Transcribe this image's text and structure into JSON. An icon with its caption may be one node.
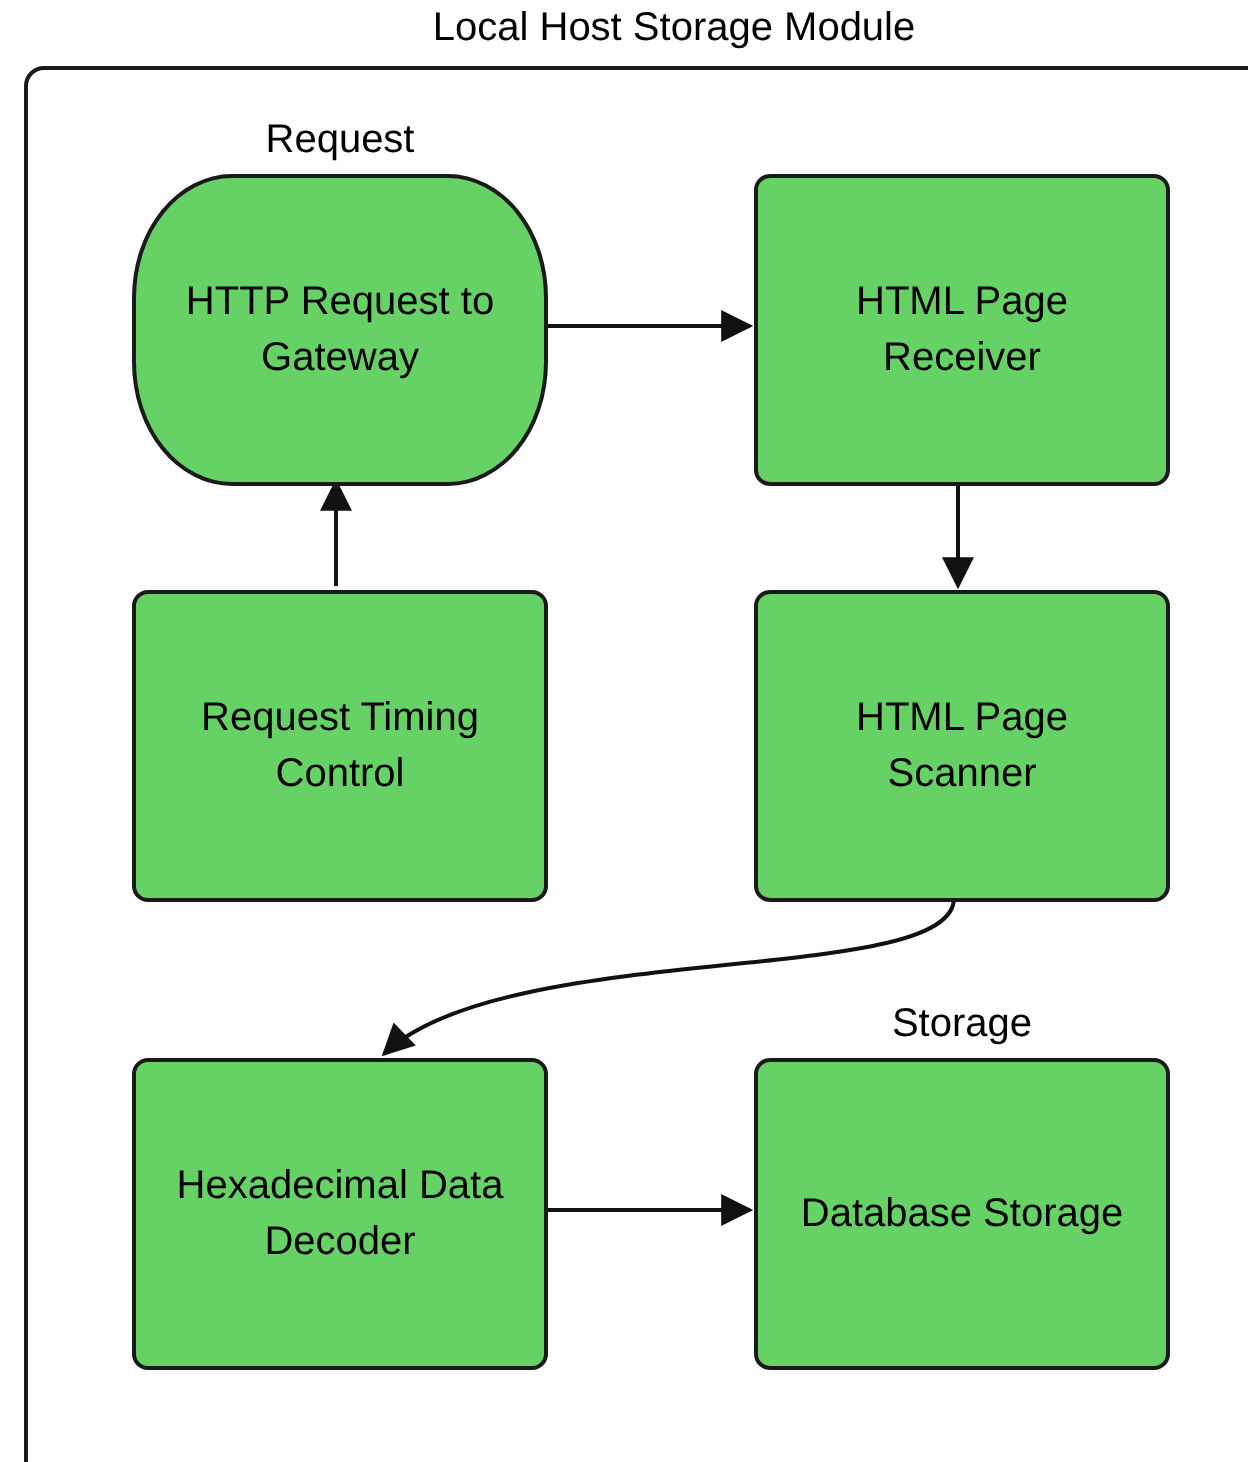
{
  "diagram": {
    "nodes": [
      {
        "text": [
          "Local Host Storage Module"
        ]
      },
      {
        "text": [
          "HTTP Request to Gateway"
        ],
        "in": 0,
        "beside": [
          "Request"
        ]
      },
      {
        "text": [
          "HTML Page Receiver"
        ],
        "in": 0
      },
      {
        "text": [
          "Request Timing Control"
        ],
        "in": 0
      },
      {
        "text": [
          "HTML Page Scanner"
        ],
        "in": 0
      },
      {
        "text": [
          "Hexadecimal Data Decoder"
        ],
        "in": 0
      },
      {
        "text": [
          "Database Storage"
        ],
        "in": 0,
        "beside": [
          "Storage"
        ]
      }
    ],
    "edges": [
      {
        "from": 1,
        "to": 2,
        "arrow": "to"
      },
      {
        "from": 2,
        "to": 4,
        "arrow": "to"
      },
      {
        "from": 3,
        "to": 1,
        "arrow": "to"
      },
      {
        "from": 4,
        "to": 5,
        "arrow": "to"
      },
      {
        "from": 5,
        "to": 6,
        "arrow": "to"
      }
    ]
  }
}
